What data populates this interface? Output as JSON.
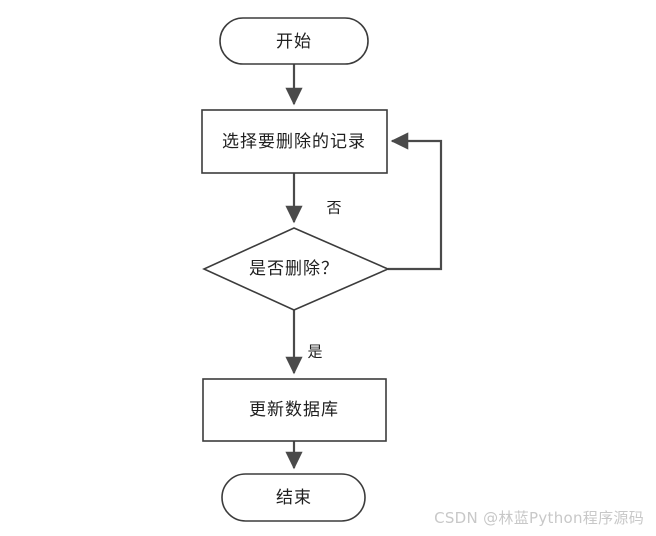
{
  "diagram": {
    "type": "flowchart",
    "orientation": "top-to-bottom",
    "background_color": "#ffffff",
    "stroke_color": "#3c3c3c",
    "connector_color": "#4a4a4a",
    "text_color": "#202020",
    "nodes": [
      {
        "id": "start",
        "shape": "stadium",
        "label": "开始"
      },
      {
        "id": "select",
        "shape": "rectangle",
        "label": "选择要删除的记录"
      },
      {
        "id": "decision",
        "shape": "diamond",
        "label": "是否删除？"
      },
      {
        "id": "update",
        "shape": "rectangle",
        "label": "更新数据库"
      },
      {
        "id": "end",
        "shape": "stadium",
        "label": "结束"
      }
    ],
    "edges": [
      {
        "from": "start",
        "to": "select",
        "label": ""
      },
      {
        "from": "select",
        "to": "decision",
        "label": ""
      },
      {
        "from": "decision",
        "to": "select",
        "label": "否"
      },
      {
        "from": "decision",
        "to": "update",
        "label": "是"
      },
      {
        "from": "update",
        "to": "end",
        "label": ""
      }
    ],
    "edge_labels": {
      "no": "否",
      "yes": "是"
    }
  },
  "watermark": {
    "text": "CSDN @林蓝Python程序源码",
    "color": "#c8c8c8"
  }
}
